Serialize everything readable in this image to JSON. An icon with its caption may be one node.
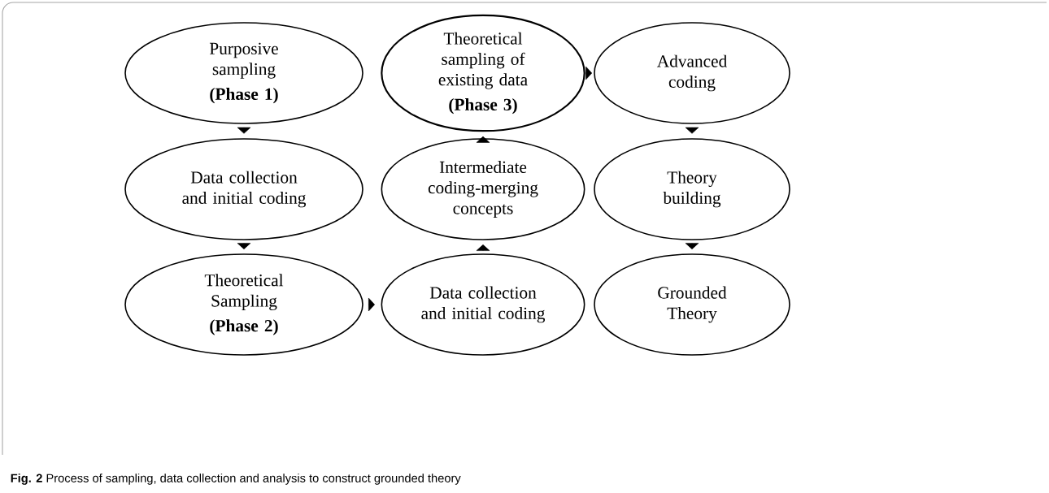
{
  "diagram": {
    "caption": "**Fig. 2** Process of sampling, data collection and analysis to construct grounded theory",
    "nodes": [
      {
        "text": [
          "Purposive sampling",
          "(Phase 1)"
        ]
      },
      {
        "text": [
          "Data collection and initial coding"
        ]
      },
      {
        "text": [
          "Theoretical Sampling",
          "(Phase 2)"
        ]
      },
      {
        "text": [
          "Data collection and initial coding"
        ]
      },
      {
        "text": [
          "Intermediate coding-merging concepts"
        ]
      },
      {
        "text": [
          "Theoretical sampling of existing data",
          "(Phase 3)"
        ]
      },
      {
        "text": [
          "Advanced coding"
        ]
      },
      {
        "text": [
          "Theory building"
        ]
      },
      {
        "text": [
          "Grounded Theory"
        ]
      }
    ],
    "edges": [
      {
        "from": 0,
        "to": 1,
        "arrow": "to"
      },
      {
        "from": 1,
        "to": 2,
        "arrow": "to"
      },
      {
        "from": 2,
        "to": 3,
        "arrow": "to"
      },
      {
        "from": 3,
        "to": 4,
        "arrow": "to"
      },
      {
        "from": 4,
        "to": 5,
        "arrow": "to"
      },
      {
        "from": 5,
        "to": 6,
        "arrow": "to"
      },
      {
        "from": 6,
        "to": 7,
        "arrow": "to"
      },
      {
        "from": 7,
        "to": 8,
        "arrow": "to"
      }
    ]
  }
}
